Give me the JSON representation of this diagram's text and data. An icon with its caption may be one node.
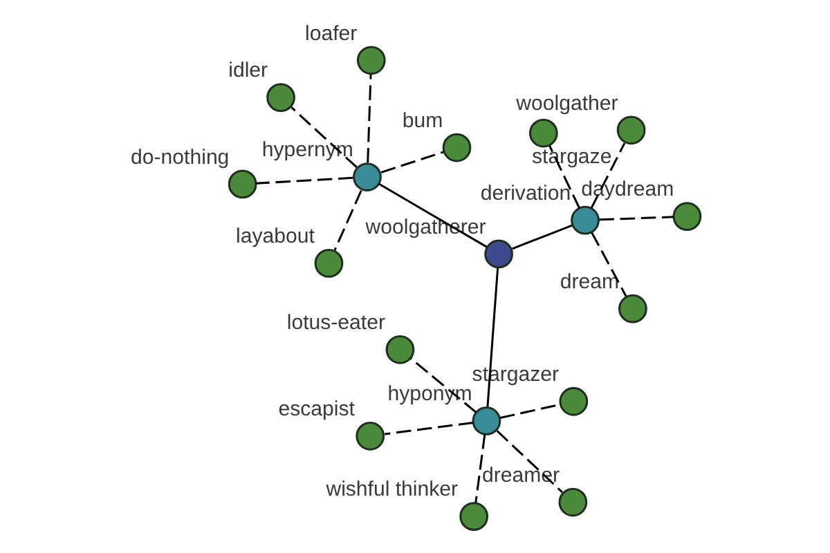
{
  "diagram": {
    "nodes": [
      {
        "text": [
          "layabout"
        ]
      },
      {
        "text": [
          "do-nothing"
        ]
      },
      {
        "text": [
          "idler"
        ]
      },
      {
        "text": [
          "loafer"
        ]
      },
      {
        "text": [
          "stargaze"
        ]
      },
      {
        "text": [
          "woolgather"
        ]
      },
      {
        "text": [
          "hypernym"
        ]
      },
      {
        "text": [
          "daydream"
        ]
      },
      {
        "text": [
          "derivation"
        ]
      },
      {
        "text": [
          "bum"
        ]
      },
      {
        "text": [
          "dream"
        ]
      },
      {
        "text": [
          "woolgatherer"
        ]
      },
      {
        "text": [
          "stargazer"
        ]
      },
      {
        "text": [
          "hyponym"
        ]
      },
      {
        "text": [
          "dreamer"
        ]
      },
      {
        "text": [
          "wishful thinker"
        ]
      },
      {
        "text": [
          "escapist"
        ]
      },
      {
        "text": [
          "lotus-eater"
        ]
      }
    ],
    "edges": [
      {
        "from": 11,
        "to": 6,
        "arrow": "none"
      },
      {
        "from": 11,
        "to": 8,
        "arrow": "none"
      },
      {
        "from": 11,
        "to": 13,
        "arrow": "none"
      },
      {
        "from": 6,
        "to": 0,
        "arrow": "none",
        "style": "dashed"
      },
      {
        "from": 6,
        "to": 1,
        "arrow": "none",
        "style": "dashed"
      },
      {
        "from": 6,
        "to": 2,
        "arrow": "none",
        "style": "dashed"
      },
      {
        "from": 6,
        "to": 3,
        "arrow": "none",
        "style": "dashed"
      },
      {
        "from": 6,
        "to": 9,
        "arrow": "none",
        "style": "dashed"
      },
      {
        "from": 8,
        "to": 4,
        "arrow": "none",
        "style": "dashed"
      },
      {
        "from": 8,
        "to": 5,
        "arrow": "none",
        "style": "dashed"
      },
      {
        "from": 8,
        "to": 7,
        "arrow": "none",
        "style": "dashed"
      },
      {
        "from": 8,
        "to": 10,
        "arrow": "none",
        "style": "dashed"
      },
      {
        "from": 13,
        "to": 12,
        "arrow": "none",
        "style": "dashed"
      },
      {
        "from": 13,
        "to": 14,
        "arrow": "none",
        "style": "dashed"
      },
      {
        "from": 13,
        "to": 15,
        "arrow": "none",
        "style": "dashed"
      },
      {
        "from": 13,
        "to": 16,
        "arrow": "none",
        "style": "dashed"
      },
      {
        "from": 13,
        "to": 17,
        "arrow": "none",
        "style": "dashed"
      }
    ]
  }
}
